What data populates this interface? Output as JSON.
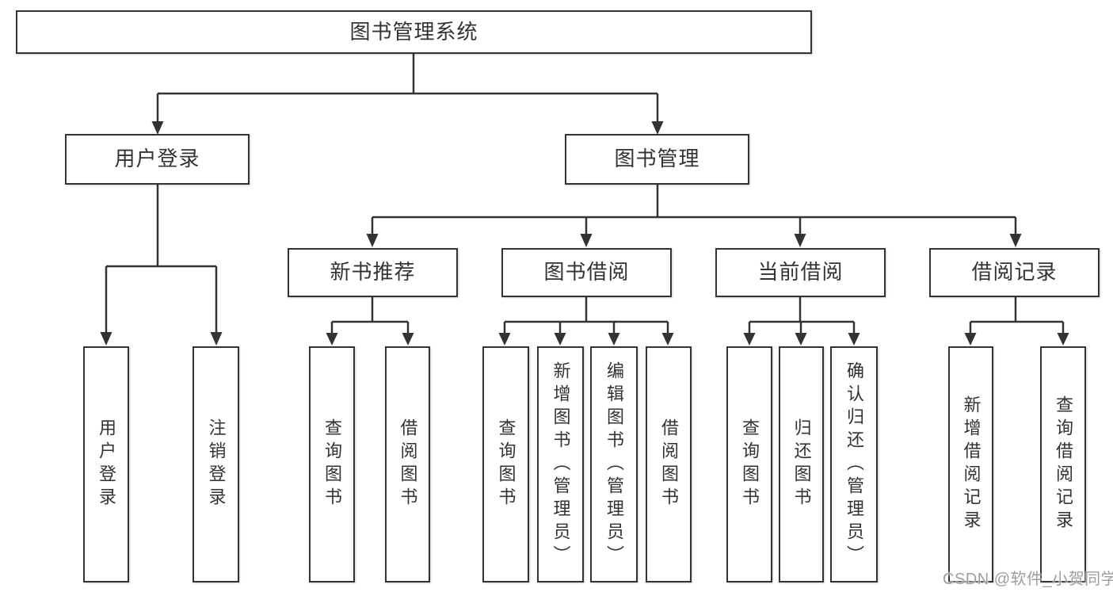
{
  "tree": {
    "root": "图书管理系统",
    "branches": [
      {
        "label": "用户登录",
        "children": [
          "用户登录",
          "注销登录"
        ]
      },
      {
        "label": "图书管理",
        "children": [
          {
            "label": "新书推荐",
            "children": [
              "查询图书",
              "借阅图书"
            ]
          },
          {
            "label": "图书借阅",
            "children": [
              "查询图书",
              "新增图书（管理员）",
              "编辑图书（管理员）",
              "借阅图书"
            ]
          },
          {
            "label": "当前借阅",
            "children": [
              "查询图书",
              "归还图书",
              "确认归还（管理员）"
            ]
          },
          {
            "label": "借阅记录",
            "children": [
              "新增借阅记录",
              "查询借阅记录"
            ]
          }
        ]
      }
    ]
  },
  "watermark": {
    "text": "CSDN @软件_小贺同学"
  },
  "colors": {
    "line": "#333333",
    "text": "#333333",
    "box_fill": "#ffffff",
    "watermark": "#9e9e9e",
    "background": "#ffffff"
  }
}
